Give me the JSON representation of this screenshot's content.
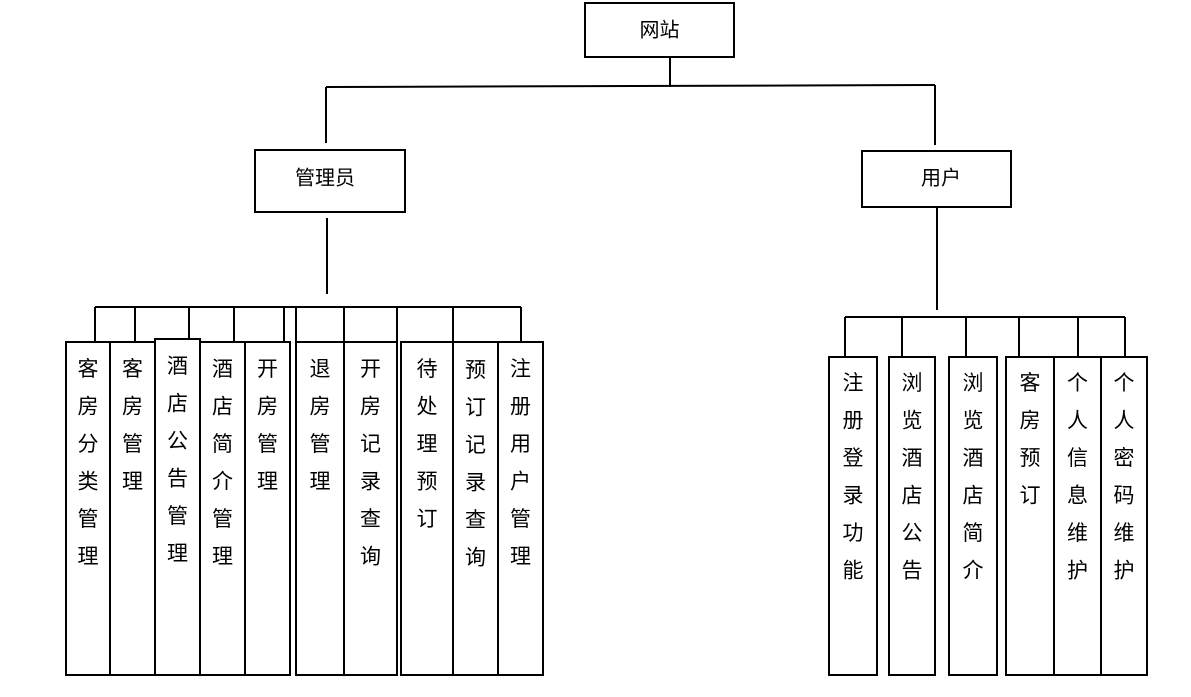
{
  "diagram": {
    "root": {
      "label": "网站"
    },
    "branches": [
      {
        "id": "admin",
        "label": "管理员",
        "children": [
          "客房分类管理",
          "客房管理",
          "酒店公告管理",
          "酒店简介管理",
          "开房管理",
          "退房管理",
          "开房记录查询",
          "待处理预订",
          "预订记录查询",
          "注册用户管理"
        ]
      },
      {
        "id": "user",
        "label": "用户",
        "children": [
          "注册登录功能",
          "浏览酒店公告",
          "浏览酒店简介",
          "客房预订",
          "个人信息维护",
          "个人密码维护"
        ]
      }
    ]
  }
}
